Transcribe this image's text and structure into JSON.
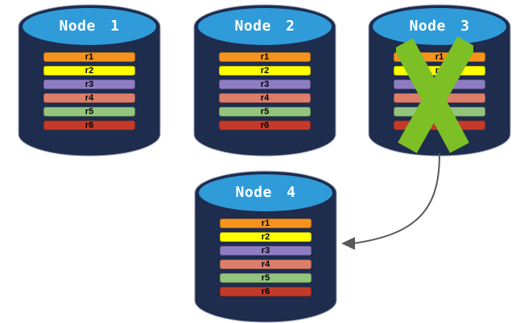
{
  "diagram": {
    "background": "#FFFFFF",
    "cylinder": {
      "body_color": "#1E2C4E",
      "top_color": "#2F9CD9",
      "outline_color": "#9CA6B8",
      "title_color": "#FFFFFF",
      "row_text_color": "#000000"
    },
    "x_mark": {
      "color": "#7CC026"
    },
    "arrow": {
      "color": "#595959",
      "from": "Node 3",
      "to": "Node 4"
    },
    "nodes": [
      {
        "title": "Node 1",
        "failed": false,
        "rows": [
          {
            "label": "r1",
            "color": "#F6931D"
          },
          {
            "label": "r2",
            "color": "#FFFF00"
          },
          {
            "label": "r3",
            "color": "#8E7CC3"
          },
          {
            "label": "r4",
            "color": "#DD7E6B"
          },
          {
            "label": "r5",
            "color": "#93C47D"
          },
          {
            "label": "r6",
            "color": "#C43A28"
          }
        ]
      },
      {
        "title": "Node 2",
        "failed": false,
        "rows": [
          {
            "label": "r1",
            "color": "#F6931D"
          },
          {
            "label": "r2",
            "color": "#FFFF00"
          },
          {
            "label": "r3",
            "color": "#8E7CC3"
          },
          {
            "label": "r4",
            "color": "#DD7E6B"
          },
          {
            "label": "r5",
            "color": "#93C47D"
          },
          {
            "label": "r6",
            "color": "#C43A28"
          }
        ]
      },
      {
        "title": "Node 3",
        "failed": true,
        "rows": [
          {
            "label": "r1",
            "color": "#F6931D"
          },
          {
            "label": "r2",
            "color": "#FFFF00"
          },
          {
            "label": "r3",
            "color": "#8E7CC3"
          },
          {
            "label": "r4",
            "color": "#DD7E6B"
          },
          {
            "label": "r5",
            "color": "#93C47D"
          },
          {
            "label": "r6",
            "color": "#C43A28"
          }
        ]
      },
      {
        "title": "Node 4",
        "failed": false,
        "rows": [
          {
            "label": "r1",
            "color": "#F6931D"
          },
          {
            "label": "r2",
            "color": "#FFFF00"
          },
          {
            "label": "r3",
            "color": "#8E7CC3"
          },
          {
            "label": "r4",
            "color": "#DD7E6B"
          },
          {
            "label": "r5",
            "color": "#93C47D"
          },
          {
            "label": "r6",
            "color": "#C43A28"
          }
        ]
      }
    ]
  }
}
